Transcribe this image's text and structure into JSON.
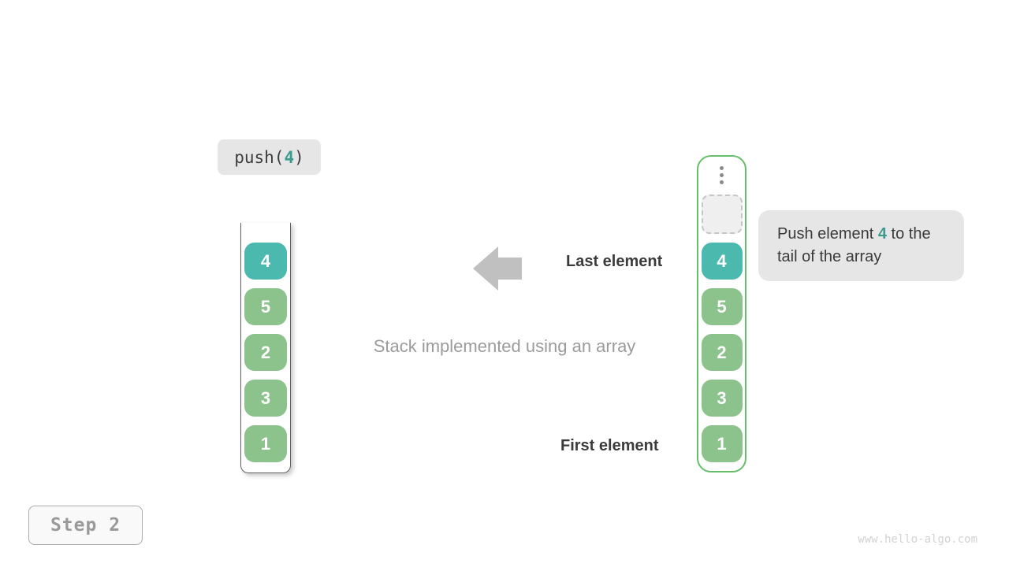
{
  "operation_label": {
    "prefix": "push(",
    "value": "4",
    "suffix": ")"
  },
  "caption": "Stack implemented using an array",
  "labels": {
    "last_element": "Last element",
    "first_element": "First element"
  },
  "tooltip": {
    "before": "Push element ",
    "value": "4",
    "after": " to the tail of the array"
  },
  "left_stack": {
    "cells": [
      {
        "value": "4",
        "variant": "teal"
      },
      {
        "value": "5",
        "variant": "green"
      },
      {
        "value": "2",
        "variant": "green"
      },
      {
        "value": "3",
        "variant": "green"
      },
      {
        "value": "1",
        "variant": "green"
      }
    ]
  },
  "right_stack": {
    "ellipsis_icon": "vertical-dots",
    "placeholder": "empty-dashed-slot",
    "cells": [
      {
        "value": "4",
        "variant": "teal"
      },
      {
        "value": "5",
        "variant": "green"
      },
      {
        "value": "2",
        "variant": "green"
      },
      {
        "value": "3",
        "variant": "green"
      },
      {
        "value": "1",
        "variant": "green"
      }
    ]
  },
  "step_badge": {
    "label": "Step 2"
  },
  "watermark": "www.hello-algo.com",
  "colors": {
    "cell_teal": "#4bb9ad",
    "cell_green": "#8cc28c",
    "container_green_border": "#66bd6a",
    "accent_teal_text": "#3d9a8e",
    "label_background": "#e6e6e6",
    "arrow_gray": "#c0c0c0",
    "muted_text": "#9b9b9b"
  }
}
